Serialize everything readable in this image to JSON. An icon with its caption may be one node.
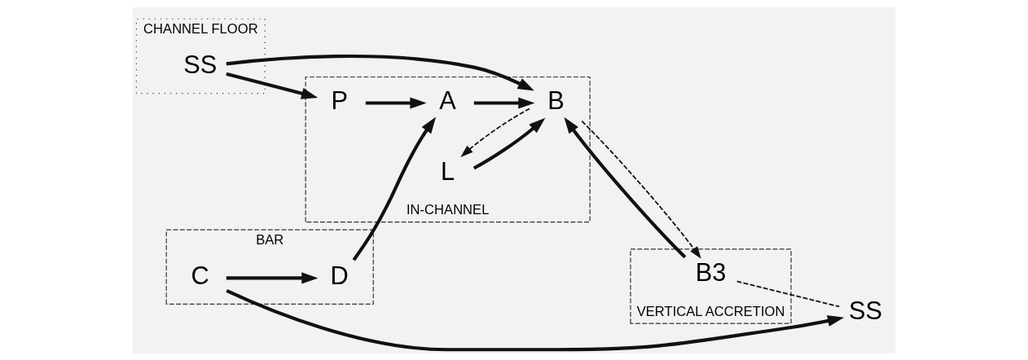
{
  "diagram": {
    "nodes": [
      {
        "text": [
          "CHANNEL FLOOR"
        ]
      },
      {
        "text": [
          "SS"
        ],
        "in": 0
      },
      {
        "text": [
          "IN-CHANNEL"
        ]
      },
      {
        "text": [
          "P"
        ],
        "in": 2
      },
      {
        "text": [
          "A"
        ],
        "in": 2
      },
      {
        "text": [
          "L"
        ],
        "in": 2
      },
      {
        "text": [
          "B"
        ],
        "in": 2
      },
      {
        "text": [
          "BAR"
        ]
      },
      {
        "text": [
          "C"
        ],
        "in": 7
      },
      {
        "text": [
          "D"
        ],
        "in": 7
      },
      {
        "text": [
          "VERTICAL ACCRETION"
        ]
      },
      {
        "text": [
          "B3"
        ],
        "in": 10
      },
      {
        "text": [
          "SS"
        ]
      }
    ],
    "edges": [
      {
        "from": 1,
        "to": 3,
        "arrow": "to"
      },
      {
        "from": 3,
        "to": 4,
        "arrow": "to"
      },
      {
        "from": 9,
        "to": 4,
        "arrow": "to"
      },
      {
        "from": 8,
        "to": 9,
        "arrow": "to"
      },
      {
        "from": 4,
        "to": 6,
        "arrow": "to"
      },
      {
        "from": 1,
        "to": 6,
        "arrow": "to"
      },
      {
        "from": 5,
        "to": 6,
        "arrow": "to"
      },
      {
        "from": 6,
        "to": 5,
        "arrow": "to",
        "style": "dashed"
      },
      {
        "from": 11,
        "to": 6,
        "arrow": "to"
      },
      {
        "from": 6,
        "to": 11,
        "arrow": "to",
        "style": "dashed"
      },
      {
        "from": 8,
        "to": 12,
        "arrow": "to"
      },
      {
        "from": 11,
        "to": 12,
        "arrow": "none",
        "style": "dashed"
      }
    ]
  }
}
